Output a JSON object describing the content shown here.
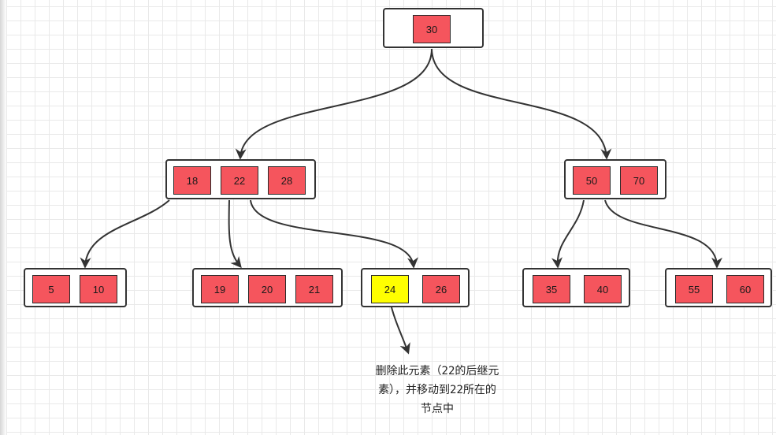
{
  "colors": {
    "key_fill": "#f5555d",
    "highlight_fill": "#ffff00",
    "border": "#333333",
    "grid": "#e9e9e9"
  },
  "tree": {
    "root": {
      "keys": [
        "30"
      ]
    },
    "level1": {
      "left": {
        "keys": [
          "18",
          "22",
          "28"
        ]
      },
      "right": {
        "keys": [
          "50",
          "70"
        ]
      }
    },
    "level2": {
      "n1": {
        "keys": [
          "5",
          "10"
        ]
      },
      "n2": {
        "keys": [
          "19",
          "20",
          "21"
        ]
      },
      "n3": {
        "keys": [
          "24",
          "26"
        ],
        "highlighted_key": "24"
      },
      "n4": {
        "keys": [
          "35",
          "40"
        ]
      },
      "n5": {
        "keys": [
          "55",
          "60"
        ]
      }
    }
  },
  "annotation": {
    "text": "删除此元素（22的后继元\n素），并移动到22所在的\n节点中"
  }
}
